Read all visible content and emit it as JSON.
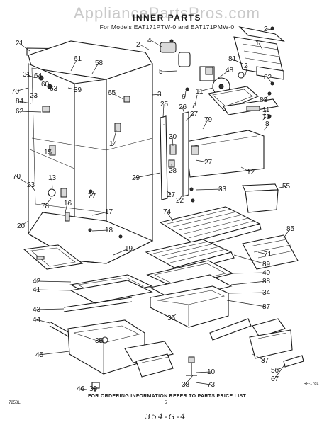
{
  "header": {
    "watermark": "AppliancePartsPros.com",
    "title": "INNER PARTS",
    "subtitle": "For Models EAT171PTW-0 and EAT171PMW-0"
  },
  "footer": {
    "ordering_note": "FOR ORDERING INFORMATION REFER TO PARTS PRICE LIST",
    "drawing_ref": "RF-178L",
    "code": "7258L",
    "page_mark": "5",
    "handwritten_note": "354-G-4"
  },
  "callouts": [
    {
      "id": "c-2a",
      "label": "2"
    },
    {
      "id": "c-4",
      "label": "4"
    },
    {
      "id": "c-2b",
      "label": "2"
    },
    {
      "id": "c-21",
      "label": "21"
    },
    {
      "id": "c-1",
      "label": "1"
    },
    {
      "id": "c-58",
      "label": "58"
    },
    {
      "id": "c-31",
      "label": "31"
    },
    {
      "id": "c-64",
      "label": "64"
    },
    {
      "id": "c-61",
      "label": "61"
    },
    {
      "id": "c-60",
      "label": "60"
    },
    {
      "id": "c-63",
      "label": "63"
    },
    {
      "id": "c-59",
      "label": "59"
    },
    {
      "id": "c-70a",
      "label": "70"
    },
    {
      "id": "c-23a",
      "label": "23"
    },
    {
      "id": "c-65",
      "label": "65"
    },
    {
      "id": "c-3",
      "label": "3"
    },
    {
      "id": "c-84",
      "label": "84"
    },
    {
      "id": "c-62",
      "label": "62"
    },
    {
      "id": "c-14",
      "label": "14"
    },
    {
      "id": "c-5",
      "label": "5"
    },
    {
      "id": "c-6",
      "label": "6"
    },
    {
      "id": "c-7",
      "label": "7"
    },
    {
      "id": "c-11a",
      "label": "11"
    },
    {
      "id": "c-48",
      "label": "48"
    },
    {
      "id": "c-2c",
      "label": "2"
    },
    {
      "id": "c-81",
      "label": "81"
    },
    {
      "id": "c-82",
      "label": "82"
    },
    {
      "id": "c-83",
      "label": "83"
    },
    {
      "id": "c-11b",
      "label": "11"
    },
    {
      "id": "c-72",
      "label": "72"
    },
    {
      "id": "c-8",
      "label": "8"
    },
    {
      "id": "c-15",
      "label": "15"
    },
    {
      "id": "c-26",
      "label": "26"
    },
    {
      "id": "c-25",
      "label": "25"
    },
    {
      "id": "c-27a",
      "label": "27"
    },
    {
      "id": "c-79",
      "label": "79"
    },
    {
      "id": "c-30",
      "label": "30"
    },
    {
      "id": "c-27b",
      "label": "27"
    },
    {
      "id": "c-28",
      "label": "28"
    },
    {
      "id": "c-27c",
      "label": "27"
    },
    {
      "id": "c-12",
      "label": "12"
    },
    {
      "id": "c-70b",
      "label": "70"
    },
    {
      "id": "c-13",
      "label": "13"
    },
    {
      "id": "c-23b",
      "label": "23"
    },
    {
      "id": "c-78",
      "label": "78"
    },
    {
      "id": "c-16",
      "label": "16"
    },
    {
      "id": "c-77",
      "label": "77"
    },
    {
      "id": "c-29",
      "label": "29"
    },
    {
      "id": "c-22",
      "label": "22"
    },
    {
      "id": "c-33",
      "label": "33"
    },
    {
      "id": "c-55",
      "label": "55"
    },
    {
      "id": "c-20",
      "label": "20"
    },
    {
      "id": "c-17",
      "label": "17"
    },
    {
      "id": "c-74",
      "label": "74"
    },
    {
      "id": "c-18",
      "label": "18"
    },
    {
      "id": "c-85",
      "label": "85"
    },
    {
      "id": "c-19",
      "label": "19"
    },
    {
      "id": "c-71",
      "label": "71"
    },
    {
      "id": "c-42",
      "label": "42"
    },
    {
      "id": "c-89",
      "label": "89"
    },
    {
      "id": "c-41",
      "label": "41"
    },
    {
      "id": "c-40",
      "label": "40"
    },
    {
      "id": "c-88",
      "label": "88"
    },
    {
      "id": "c-34",
      "label": "34"
    },
    {
      "id": "c-43",
      "label": "43"
    },
    {
      "id": "c-44",
      "label": "44"
    },
    {
      "id": "c-35a",
      "label": "35"
    },
    {
      "id": "c-87",
      "label": "87"
    },
    {
      "id": "c-35b",
      "label": "35"
    },
    {
      "id": "c-45",
      "label": "45"
    },
    {
      "id": "c-37",
      "label": "37"
    },
    {
      "id": "c-38",
      "label": "38"
    },
    {
      "id": "c-10",
      "label": "10"
    },
    {
      "id": "c-73",
      "label": "73"
    },
    {
      "id": "c-56",
      "label": "56"
    },
    {
      "id": "c-67",
      "label": "67"
    },
    {
      "id": "c-39",
      "label": "39"
    },
    {
      "id": "c-46",
      "label": "46"
    }
  ]
}
